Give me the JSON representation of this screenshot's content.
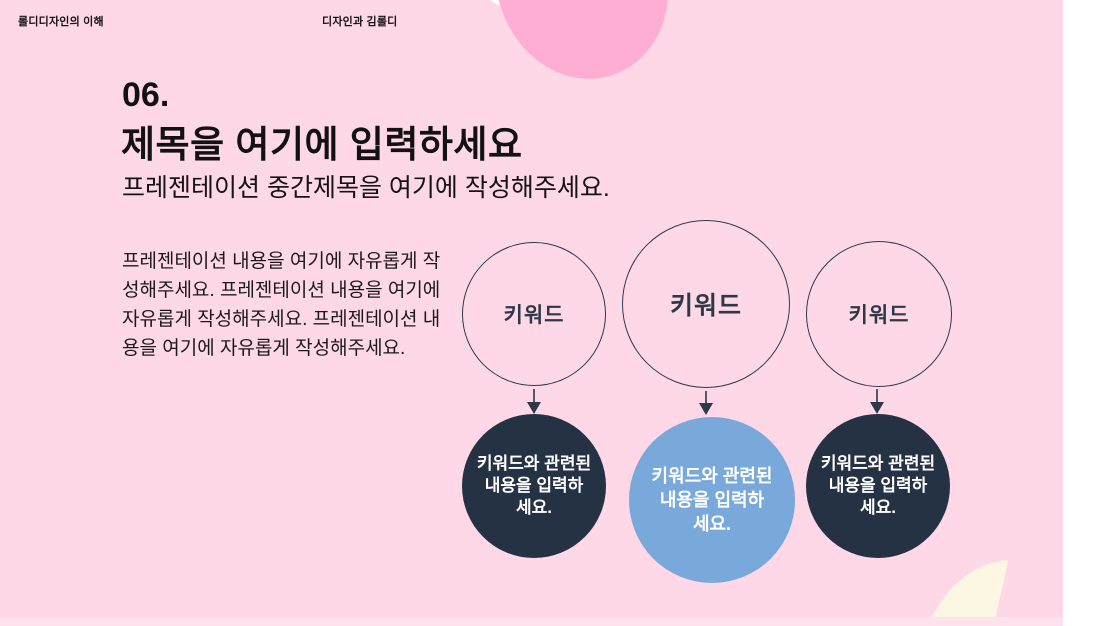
{
  "header": {
    "course": "롤디디자인의 이해",
    "topic": "디자인과 김롤디"
  },
  "title": {
    "number": "06.",
    "heading": "제목을 여기에 입력하세요",
    "subtitle": "프레젠테이션 중간제목을 여기에 작성해주세요."
  },
  "body_paragraph": "프레젠테이션 내용을 여기에 자유롭게 작성해주세요. 프레젠테이션 내용을 여기에 자유롭게 작성해주세요. 프레젠테이션 내용을 여기에 자유롭게 작성해주세요.",
  "diagram": {
    "items": [
      {
        "keyword": "키워드",
        "lines": [
          "키워드와 관련된",
          "내용을 입력하",
          "세요."
        ],
        "fill": "#253243",
        "text_color": "#ffffff"
      },
      {
        "keyword": "키워드",
        "lines": [
          "키워드와 관련된",
          "내용을 입력하",
          "세요."
        ],
        "fill": "#79a9da",
        "text_color": "#ffffff"
      },
      {
        "keyword": "키워드",
        "lines": [
          "키워드와 관련된",
          "내용을 입력하",
          "세요."
        ],
        "fill": "#253243",
        "text_color": "#ffffff"
      }
    ]
  },
  "colors": {
    "slide_background": "#ffd8e7",
    "blob_pink": "#ffaed3",
    "blob_white": "#ffffff",
    "blob_cream": "#fcf7e3",
    "bottom_strip": "#ffe2ee",
    "outline_stroke": "#2d3a4b",
    "arrow": "#2c3947",
    "navy": "#253243",
    "blue": "#79a9da"
  }
}
